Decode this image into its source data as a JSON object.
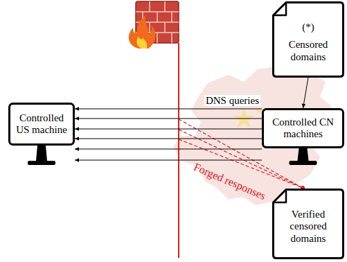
{
  "diagram": {
    "nodes": [
      {
        "text": [
          "Controlled US machine"
        ]
      },
      {
        "text": [
          "(*)",
          "Censored domains"
        ]
      },
      {
        "text": [
          "Controlled CN machines"
        ]
      },
      {
        "text": [
          "Verified censored domains"
        ]
      }
    ],
    "edges": [
      {
        "from": 1,
        "to": 2,
        "arrow": "to"
      },
      {
        "from": 2,
        "to": 0,
        "arrow": "to",
        "label": "DNS queries"
      },
      {
        "from": 2,
        "to": 0,
        "arrow": "to"
      },
      {
        "from": 2,
        "to": 0,
        "arrow": "to"
      },
      {
        "from": 2,
        "to": 0,
        "arrow": "to"
      },
      {
        "from": 2,
        "to": 0,
        "arrow": "to"
      },
      {
        "from": 2,
        "to": 0,
        "arrow": "to"
      }
    ],
    "labels": [
      "Forged responses"
    ]
  }
}
